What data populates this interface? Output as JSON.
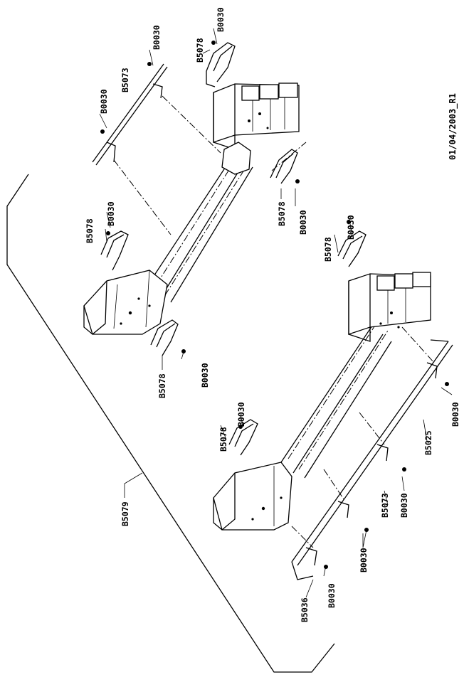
{
  "drawing_id": "01/04/2003_R1",
  "part_labels": {
    "b0030": "B0030",
    "b5073": "B5073",
    "b5078": "B5078",
    "b5079": "B5079",
    "b5025": "B5025",
    "b5036": "B5036"
  },
  "colors": {
    "line": "#000000",
    "background": "#ffffff"
  }
}
